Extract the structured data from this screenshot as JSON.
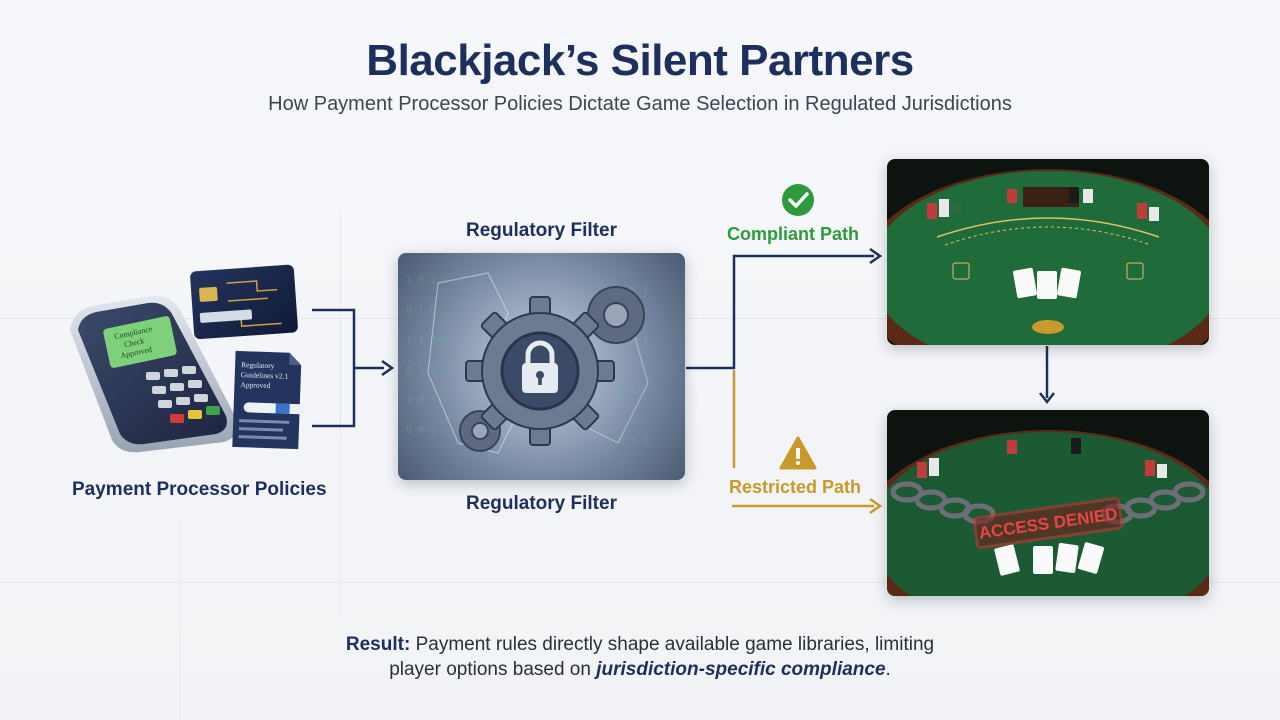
{
  "header": {
    "title": "Blackjack’s Silent Partners",
    "subtitle": "How Payment Processor Policies Dictate Game Selection in Regulated Jurisdictions"
  },
  "source": {
    "label": "Payment Processor Policies",
    "terminal_screen_text": [
      "Compliance",
      "Check",
      "Approved"
    ],
    "document_text": [
      "Regulatory",
      "Guidelines v2.1",
      "Approved"
    ]
  },
  "filter": {
    "top_label": "Regulatory Filter",
    "bottom_label": "Regulatory Filter"
  },
  "paths": {
    "compliant": {
      "label": "Compliant Path",
      "icon": "check-circle-icon",
      "color": "#2e9a3c"
    },
    "restricted": {
      "label": "Restricted Path",
      "icon": "warning-triangle-icon",
      "color": "#c89a2c"
    }
  },
  "tables": {
    "restricted_stamp": "ACCESS DENIED"
  },
  "result": {
    "lead": "Result:",
    "text_before": " Payment rules directly shape available game libraries, limiting",
    "text_line2": "player options based on ",
    "emphasis": "jurisdiction-specific compliance",
    "text_after": "."
  },
  "colors": {
    "navy": "#1d2f5c",
    "felt": "#1f6b3a",
    "gold": "#c89a2c",
    "green": "#2e9a3c"
  }
}
